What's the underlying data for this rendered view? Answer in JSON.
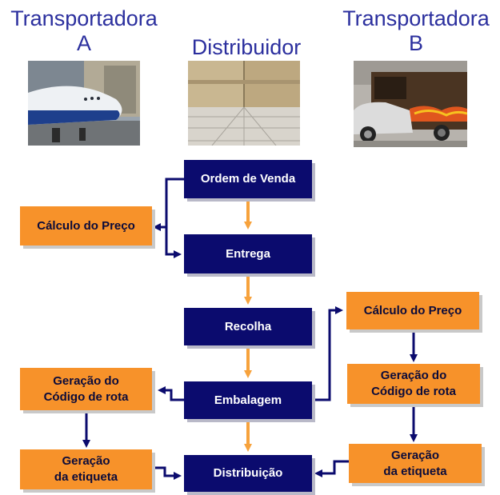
{
  "headers": {
    "carrier_a_line1": "Transportadora",
    "carrier_a_line2": "A",
    "distributor": "Distribuidor",
    "carrier_b_line1": "Transportadora",
    "carrier_b_line2": "B"
  },
  "photos": {
    "carrier_a": "airplane-photo",
    "distributor": "warehouse-boxes-photo",
    "carrier_b": "delivery-truck-photo"
  },
  "main_flow": {
    "sales_order": "Ordem de Venda",
    "delivery": "Entrega",
    "pickup": "Recolha",
    "packing": "Embalagem",
    "distribution": "Distribuição"
  },
  "left_branch": {
    "price_calc": "Cálculo do Preço",
    "route_code_line1": "Geração do",
    "route_code_line2": "Código de rota",
    "label_line1": "Geração",
    "label_line2": "da etiqueta"
  },
  "right_branch": {
    "price_calc": "Cálculo do Preço",
    "route_code_line1": "Geração do",
    "route_code_line2": "Código de rota",
    "label_line1": "Geração",
    "label_line2": "da etiqueta"
  },
  "colors": {
    "header_text": "#2b2f9e",
    "navy_box": "#0b0b6e",
    "orange_box": "#f7922a",
    "orange_arrow": "#f7a23c"
  }
}
